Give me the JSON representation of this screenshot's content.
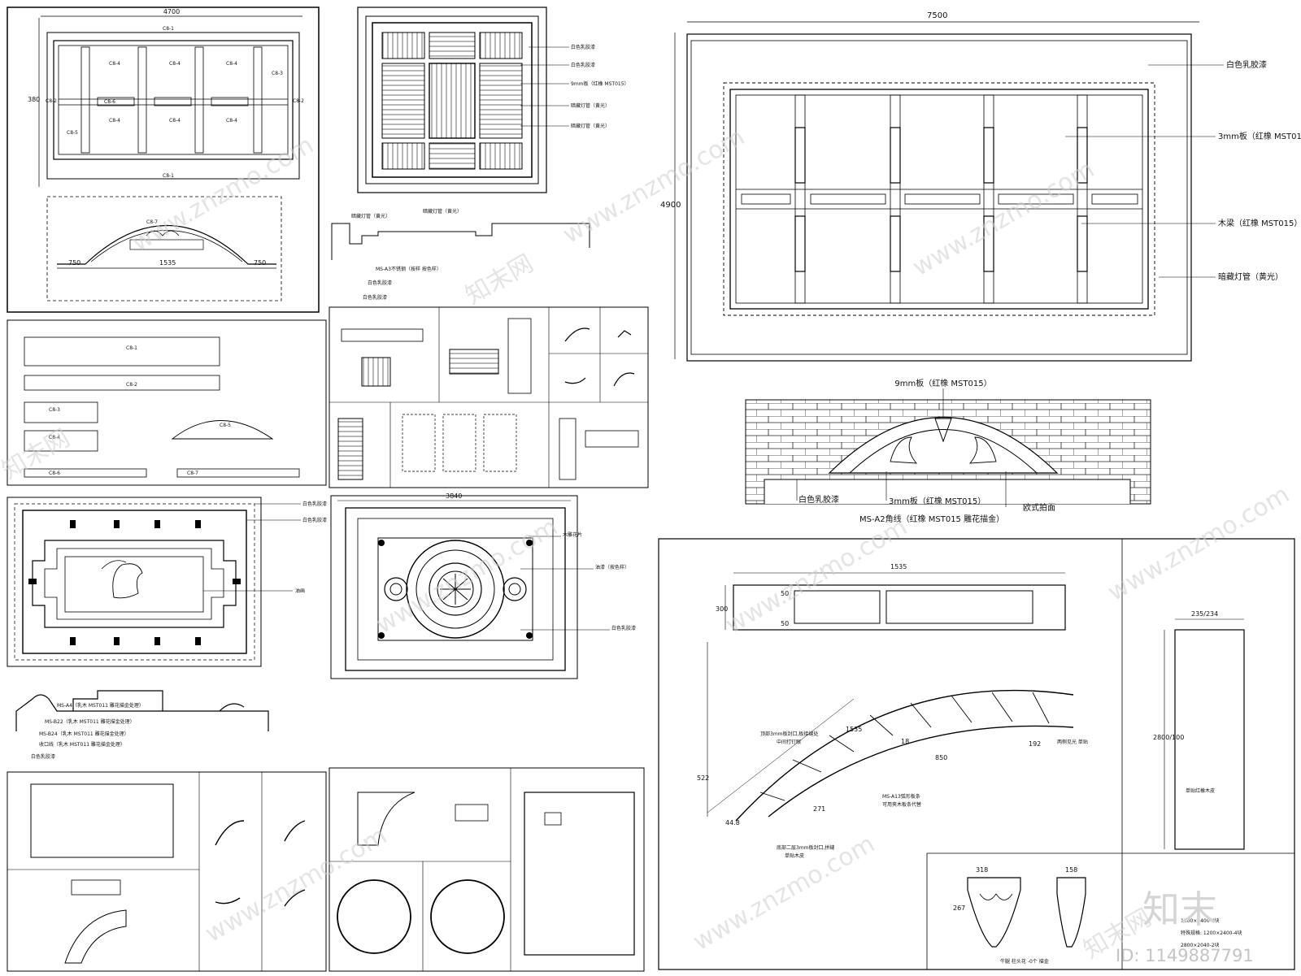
{
  "dimensions": {
    "top_left_width": "4700",
    "top_left_height": "380",
    "top_right_width": "7500",
    "top_right_height": "4900",
    "arch_span": "1535",
    "arch_left": "750",
    "arch_right": "750",
    "panel_mid_width": "3840",
    "beam_width": "1535",
    "beam_h1": "300",
    "beam_h2": "50",
    "beam_h3": "50",
    "curve_len": "1535",
    "curve_r": "850",
    "corbel_w1": "318",
    "corbel_w2": "158",
    "corbel_h": "267",
    "veneer_w": "235/234",
    "veneer_h": "2800/100",
    "arc_dim_1": "192",
    "arc_dim_2": "18",
    "arc_dim_3": "271",
    "arc_dim_4": "522",
    "arc_dim_5": "44.8"
  },
  "codes": {
    "cs1": "C8-1",
    "cs2": "C8-2",
    "cs3": "C8-3",
    "cs4": "C8-4",
    "cs5": "C8-5",
    "cs6": "C8-6",
    "cs7": "C8-7"
  },
  "labels": {
    "white_latex": "白色乳胶漆",
    "board_3mm": "3mm板（红橡 MST015）",
    "wood_beam": "木梁（红橡 MST015）",
    "led_strip": "暗藏灯管（黄光）",
    "board_9mm": "9mm板（红橡 MST015）",
    "euro_arch": "欧式拍面",
    "corner_line": "MS-A2角线（红橡 MST015 雕花描金）",
    "painting": "油画",
    "carved_flower": "木雕花片",
    "paint_color": "油漆（按色样）",
    "veneer": "单贴红橡木皮",
    "corbel": "牛腿  柱头花 -0个  描金",
    "arc_note_1": "顶部3mm板封口,板接缝处",
    "arc_note_2": "中间打钉眼",
    "arc_note_3": "MS-A13弧形板条",
    "arc_note_4": "可用夹木板条代替",
    "arc_note_5": "两侧见光  单贴",
    "arc_note_6": "底部二层3mm板封口,拼缝",
    "arc_note_7": "单贴木皮",
    "spec_1": "1200×2400-4块",
    "spec_2": "特殊规格: 1200×2400-4块",
    "spec_3": "2800×2040-2块",
    "ms_a3": "MS-A3不锈钢（按样 按色样）",
    "ms_a4": "MS-A4（乳木 MST011 雕花描金处理）",
    "trim": "收口线（乳木 MST011 雕花描金处理）",
    "ms_b22": "MS-B22（乳木 MST011 雕花描金处理）",
    "ms_b24": "MS-B24（乳木 MST011 雕花描金处理）"
  },
  "watermark": {
    "site": "www.znzmo.com",
    "cn": "知末网",
    "brand": "知末",
    "id": "ID: 1149887791"
  }
}
